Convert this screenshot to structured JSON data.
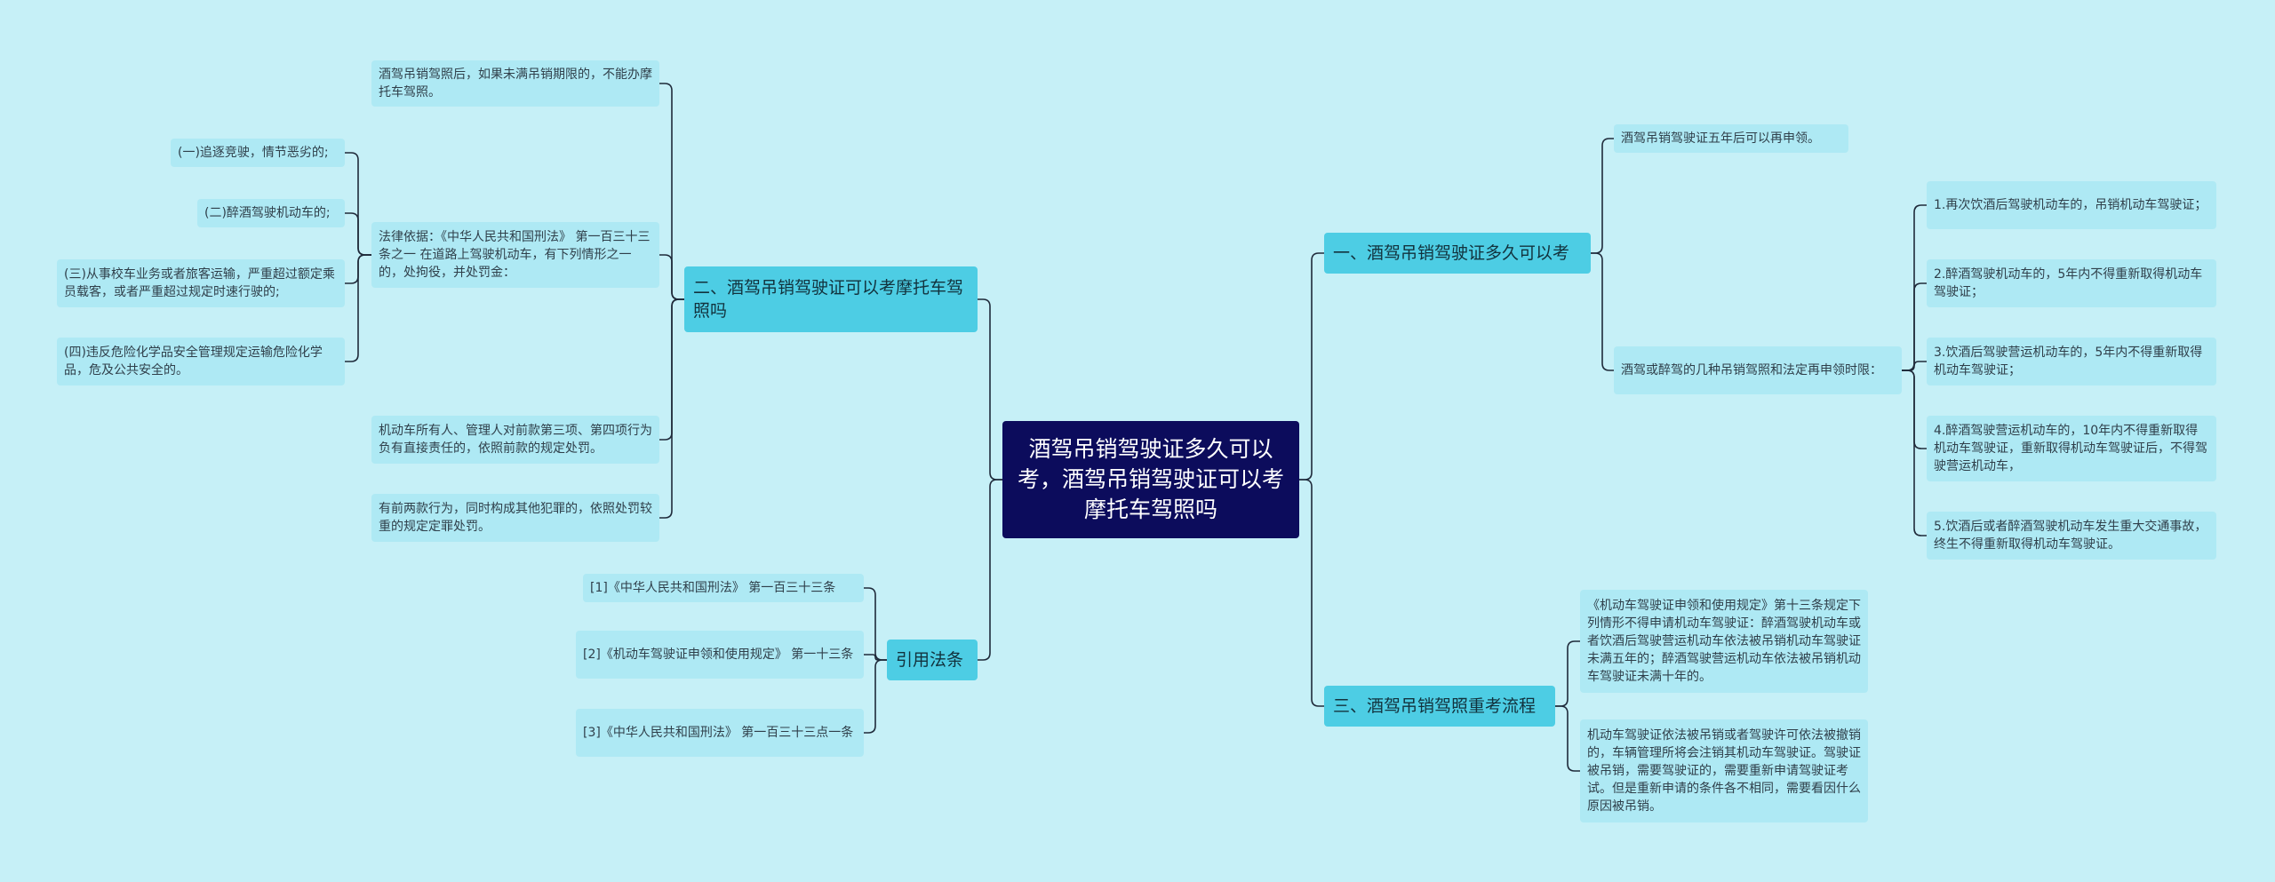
{
  "colors": {
    "background": "#c6f0f7",
    "root": "#0c0c5c",
    "branch": "#4dcde4",
    "leaf": "#aee9f4",
    "line": "#1f2a3a"
  },
  "root": {
    "text": "酒驾吊销驾驶证多久可以考，酒驾吊销驾驶证可以考摩托车驾照吗"
  },
  "branches": {
    "b1": "一、酒驾吊销驾驶证多久可以考",
    "b2": "二、酒驾吊销驾驶证可以考摩托车驾照吗",
    "b3": "三、酒驾吊销驾照重考流程",
    "b4": "引用法条"
  },
  "leaves": {
    "b1_1": "酒驾吊销驾驶证五年后可以再申领。",
    "b1_2": "酒驾或醉驾的几种吊销驾照和法定再申领时限：",
    "b1_2_1": "1.再次饮酒后驾驶机动车的，吊销机动车驾驶证；",
    "b1_2_2": "2.醉酒驾驶机动车的，5年内不得重新取得机动车驾驶证；",
    "b1_2_3": "3.饮酒后驾驶营运机动车的，5年内不得重新取得机动车驾驶证；",
    "b1_2_4": "4.醉酒驾驶营运机动车的，10年内不得重新取得机动车驾驶证，重新取得机动车驾驶证后，不得驾驶营运机动车，",
    "b1_2_5": "5.饮酒后或者醉酒驾驶机动车发生重大交通事故，终生不得重新取得机动车驾驶证。",
    "b2_1": "酒驾吊销驾照后，如果未满吊销期限的，不能办摩托车驾照。",
    "b2_2": "法律依据：《中华人民共和国刑法》 第一百三十三条之一 在道路上驾驶机动车，有下列情形之一的，处拘役，并处罚金：",
    "b2_2_1": "(一)追逐竞驶，情节恶劣的;",
    "b2_2_2": "(二)醉酒驾驶机动车的;",
    "b2_2_3": "(三)从事校车业务或者旅客运输，严重超过额定乘员载客，或者严重超过规定时速行驶的;",
    "b2_2_4": "(四)违反危险化学品安全管理规定运输危险化学品，危及公共安全的。",
    "b2_3": "机动车所有人、管理人对前款第三项、第四项行为负有直接责任的，依照前款的规定处罚。",
    "b2_4": "有前两款行为，同时构成其他犯罪的，依照处罚较重的规定定罪处罚。",
    "b3_1": "《机动车驾驶证申领和使用规定》第十三条规定下列情形不得申请机动车驾驶证：醉酒驾驶机动车或者饮酒后驾驶营运机动车依法被吊销机动车驾驶证未满五年的；醉酒驾驶营运机动车依法被吊销机动车驾驶证未满十年的。",
    "b3_2": "机动车驾驶证依法被吊销或者驾驶许可依法被撤销的，车辆管理所将会注销其机动车驾驶证。驾驶证被吊销，需要驾驶证的，需要重新申请驾驶证考试。但是重新申请的条件各不相同，需要看因什么原因被吊销。",
    "b4_1": "[1]《中华人民共和国刑法》 第一百三十三条",
    "b4_2": "[2]《机动车驾驶证申领和使用规定》 第一十三条",
    "b4_3": "[3]《中华人民共和国刑法》 第一百三十三点一条"
  }
}
